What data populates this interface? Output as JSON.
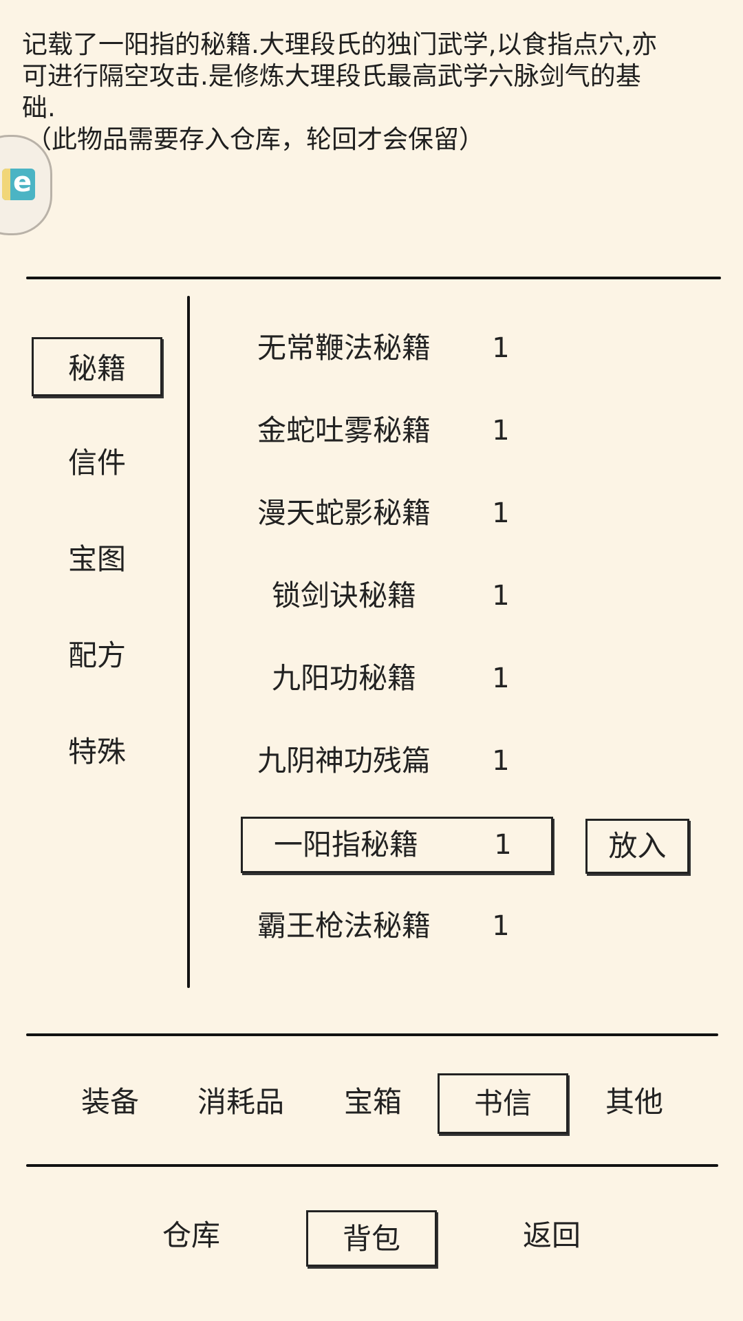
{
  "description": {
    "text": "记载了一阳指的秘籍.大理段氏的独门武学,以食指点穴,亦可进行隔空攻击.是修炼大理段氏最高武学六脉剑气的基础.",
    "note": "（此物品需要存入仓库，轮回才会保留）"
  },
  "categories": [
    {
      "label": "秘籍",
      "selected": true
    },
    {
      "label": "信件"
    },
    {
      "label": "宝图"
    },
    {
      "label": "配方"
    },
    {
      "label": "特殊"
    }
  ],
  "items": [
    {
      "name": "无常鞭法秘籍",
      "qty": "1"
    },
    {
      "name": "金蛇吐雾秘籍",
      "qty": "1"
    },
    {
      "name": "漫天蛇影秘籍",
      "qty": "1"
    },
    {
      "name": "锁剑诀秘籍",
      "qty": "1"
    },
    {
      "name": "九阳功秘籍",
      "qty": "1"
    },
    {
      "name": "九阴神功残篇",
      "qty": "1"
    },
    {
      "name": "一阳指秘籍",
      "qty": "1",
      "selected": true
    },
    {
      "name": "霸王枪法秘籍",
      "qty": "1"
    }
  ],
  "put_button": "放入",
  "type_tabs": [
    {
      "label": "装备"
    },
    {
      "label": "消耗品"
    },
    {
      "label": "宝箱"
    },
    {
      "label": "书信",
      "selected": true
    },
    {
      "label": "其他"
    }
  ],
  "bottom_nav": [
    {
      "label": "仓库"
    },
    {
      "label": "背包",
      "selected": true
    },
    {
      "label": "返回"
    }
  ]
}
